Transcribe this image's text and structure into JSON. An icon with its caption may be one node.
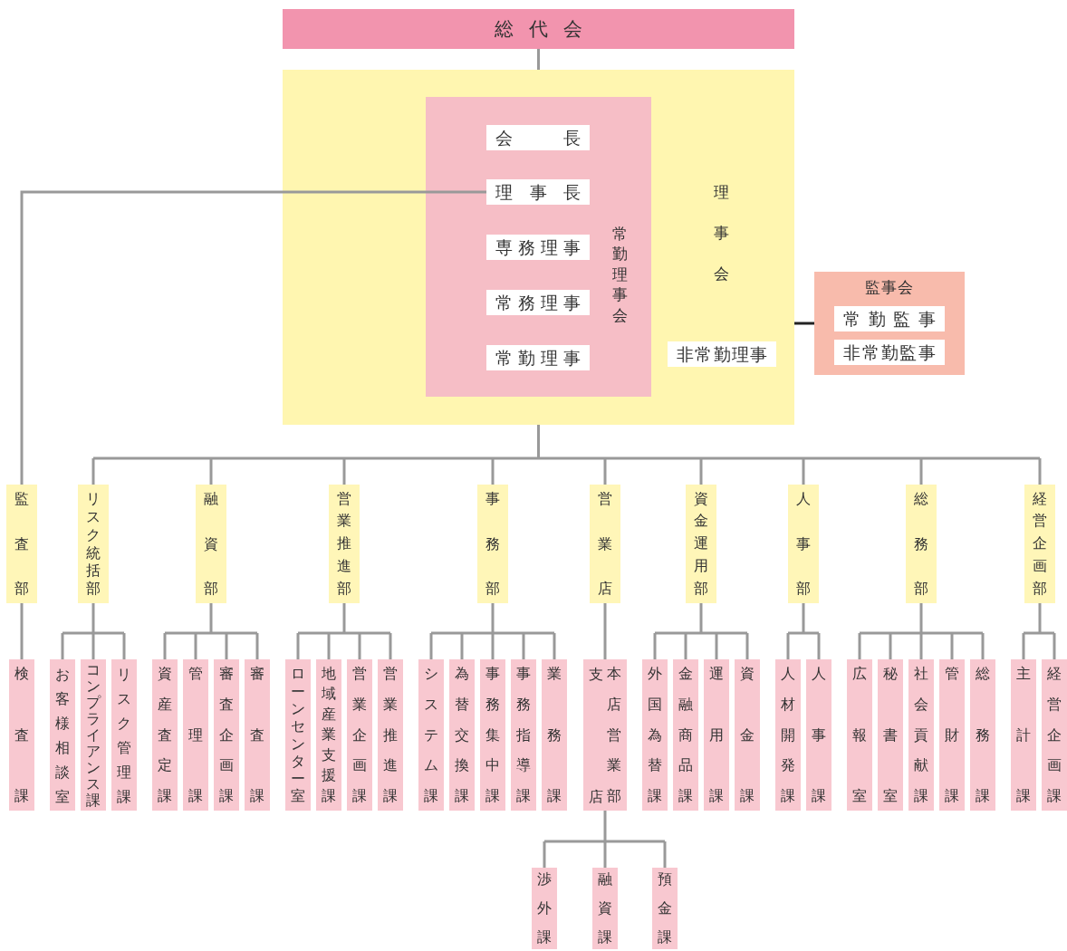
{
  "diagram": {
    "nodes": [
      {
        "text": [
          "総代会"
        ]
      },
      {
        "text": [
          "理事会"
        ]
      },
      {
        "text": [
          "常勤理事会"
        ],
        "in": 1
      },
      {
        "text": [
          "会長"
        ],
        "in": 2
      },
      {
        "text": [
          "理事長"
        ],
        "in": 2
      },
      {
        "text": [
          "専務理事"
        ],
        "in": 2
      },
      {
        "text": [
          "常務理事"
        ],
        "in": 2
      },
      {
        "text": [
          "常勤理事"
        ],
        "in": 2
      },
      {
        "text": [
          "非常勤理事"
        ],
        "in": 1
      },
      {
        "text": [
          "監事会"
        ]
      },
      {
        "text": [
          "常勤監事"
        ],
        "in": 9
      },
      {
        "text": [
          "非常勤監事"
        ],
        "in": 9
      },
      {
        "text": [
          "監査部"
        ]
      },
      {
        "text": [
          "リスク統括部"
        ]
      },
      {
        "text": [
          "融資部"
        ]
      },
      {
        "text": [
          "営業推進部"
        ]
      },
      {
        "text": [
          "事務部"
        ]
      },
      {
        "text": [
          "営業店"
        ]
      },
      {
        "text": [
          "資金運用部"
        ]
      },
      {
        "text": [
          "人事部"
        ]
      },
      {
        "text": [
          "総務部"
        ]
      },
      {
        "text": [
          "経営企画部"
        ]
      },
      {
        "text": [
          "検査課"
        ]
      },
      {
        "text": [
          "お客様相談室"
        ]
      },
      {
        "text": [
          "コンプライアンス課"
        ]
      },
      {
        "text": [
          "リスク管理課"
        ]
      },
      {
        "text": [
          "資産査定課"
        ]
      },
      {
        "text": [
          "管理課"
        ]
      },
      {
        "text": [
          "審査企画課"
        ]
      },
      {
        "text": [
          "審査課"
        ]
      },
      {
        "text": [
          "ローンセンター室"
        ]
      },
      {
        "text": [
          "地域産業支援課"
        ]
      },
      {
        "text": [
          "営業企画課"
        ]
      },
      {
        "text": [
          "営業推進課"
        ]
      },
      {
        "text": [
          "システム課"
        ]
      },
      {
        "text": [
          "為替交換課"
        ]
      },
      {
        "text": [
          "事務集中課"
        ]
      },
      {
        "text": [
          "事務指導課"
        ]
      },
      {
        "text": [
          "業務課"
        ]
      },
      {
        "text": [
          "支店",
          "本店営業部"
        ]
      },
      {
        "text": [
          "外国為替課"
        ]
      },
      {
        "text": [
          "金融商品課"
        ]
      },
      {
        "text": [
          "運用課"
        ]
      },
      {
        "text": [
          "資金課"
        ]
      },
      {
        "text": [
          "人材開発課"
        ]
      },
      {
        "text": [
          "人事課"
        ]
      },
      {
        "text": [
          "広報室"
        ]
      },
      {
        "text": [
          "秘書室"
        ]
      },
      {
        "text": [
          "社会貢献課"
        ]
      },
      {
        "text": [
          "管財課"
        ]
      },
      {
        "text": [
          "総務課"
        ]
      },
      {
        "text": [
          "主計課"
        ]
      },
      {
        "text": [
          "経営企画課"
        ]
      },
      {
        "text": [
          "渉外課"
        ]
      },
      {
        "text": [
          "融資課"
        ]
      },
      {
        "text": [
          "預金課"
        ]
      }
    ],
    "edges": [
      {
        "from": 0,
        "to": 1,
        "arrow": "none"
      },
      {
        "from": 4,
        "to": 12,
        "arrow": "none"
      },
      {
        "from": 1,
        "to": 9,
        "arrow": "none",
        "color": "#222222"
      },
      {
        "from": 1,
        "to": 13,
        "arrow": "none"
      },
      {
        "from": 1,
        "to": 14,
        "arrow": "none"
      },
      {
        "from": 1,
        "to": 15,
        "arrow": "none"
      },
      {
        "from": 1,
        "to": 16,
        "arrow": "none"
      },
      {
        "from": 1,
        "to": 17,
        "arrow": "none"
      },
      {
        "from": 1,
        "to": 18,
        "arrow": "none"
      },
      {
        "from": 1,
        "to": 19,
        "arrow": "none"
      },
      {
        "from": 1,
        "to": 20,
        "arrow": "none"
      },
      {
        "from": 1,
        "to": 21,
        "arrow": "none"
      },
      {
        "from": 12,
        "to": 22,
        "arrow": "none"
      },
      {
        "from": 13,
        "to": 23,
        "arrow": "none"
      },
      {
        "from": 13,
        "to": 24,
        "arrow": "none"
      },
      {
        "from": 13,
        "to": 25,
        "arrow": "none"
      },
      {
        "from": 14,
        "to": 26,
        "arrow": "none"
      },
      {
        "from": 14,
        "to": 27,
        "arrow": "none"
      },
      {
        "from": 14,
        "to": 28,
        "arrow": "none"
      },
      {
        "from": 14,
        "to": 29,
        "arrow": "none"
      },
      {
        "from": 15,
        "to": 30,
        "arrow": "none"
      },
      {
        "from": 15,
        "to": 31,
        "arrow": "none"
      },
      {
        "from": 15,
        "to": 32,
        "arrow": "none"
      },
      {
        "from": 15,
        "to": 33,
        "arrow": "none"
      },
      {
        "from": 16,
        "to": 34,
        "arrow": "none"
      },
      {
        "from": 16,
        "to": 35,
        "arrow": "none"
      },
      {
        "from": 16,
        "to": 36,
        "arrow": "none"
      },
      {
        "from": 16,
        "to": 37,
        "arrow": "none"
      },
      {
        "from": 16,
        "to": 38,
        "arrow": "none"
      },
      {
        "from": 17,
        "to": 39,
        "arrow": "none"
      },
      {
        "from": 18,
        "to": 40,
        "arrow": "none"
      },
      {
        "from": 18,
        "to": 41,
        "arrow": "none"
      },
      {
        "from": 18,
        "to": 42,
        "arrow": "none"
      },
      {
        "from": 18,
        "to": 43,
        "arrow": "none"
      },
      {
        "from": 19,
        "to": 44,
        "arrow": "none"
      },
      {
        "from": 19,
        "to": 45,
        "arrow": "none"
      },
      {
        "from": 20,
        "to": 46,
        "arrow": "none"
      },
      {
        "from": 20,
        "to": 47,
        "arrow": "none"
      },
      {
        "from": 20,
        "to": 48,
        "arrow": "none"
      },
      {
        "from": 20,
        "to": 49,
        "arrow": "none"
      },
      {
        "from": 20,
        "to": 50,
        "arrow": "none"
      },
      {
        "from": 21,
        "to": 51,
        "arrow": "none"
      },
      {
        "from": 21,
        "to": 52,
        "arrow": "none"
      },
      {
        "from": 39,
        "to": 53,
        "arrow": "none"
      },
      {
        "from": 39,
        "to": 54,
        "arrow": "none"
      },
      {
        "from": 39,
        "to": 55,
        "arrow": "none"
      }
    ]
  }
}
